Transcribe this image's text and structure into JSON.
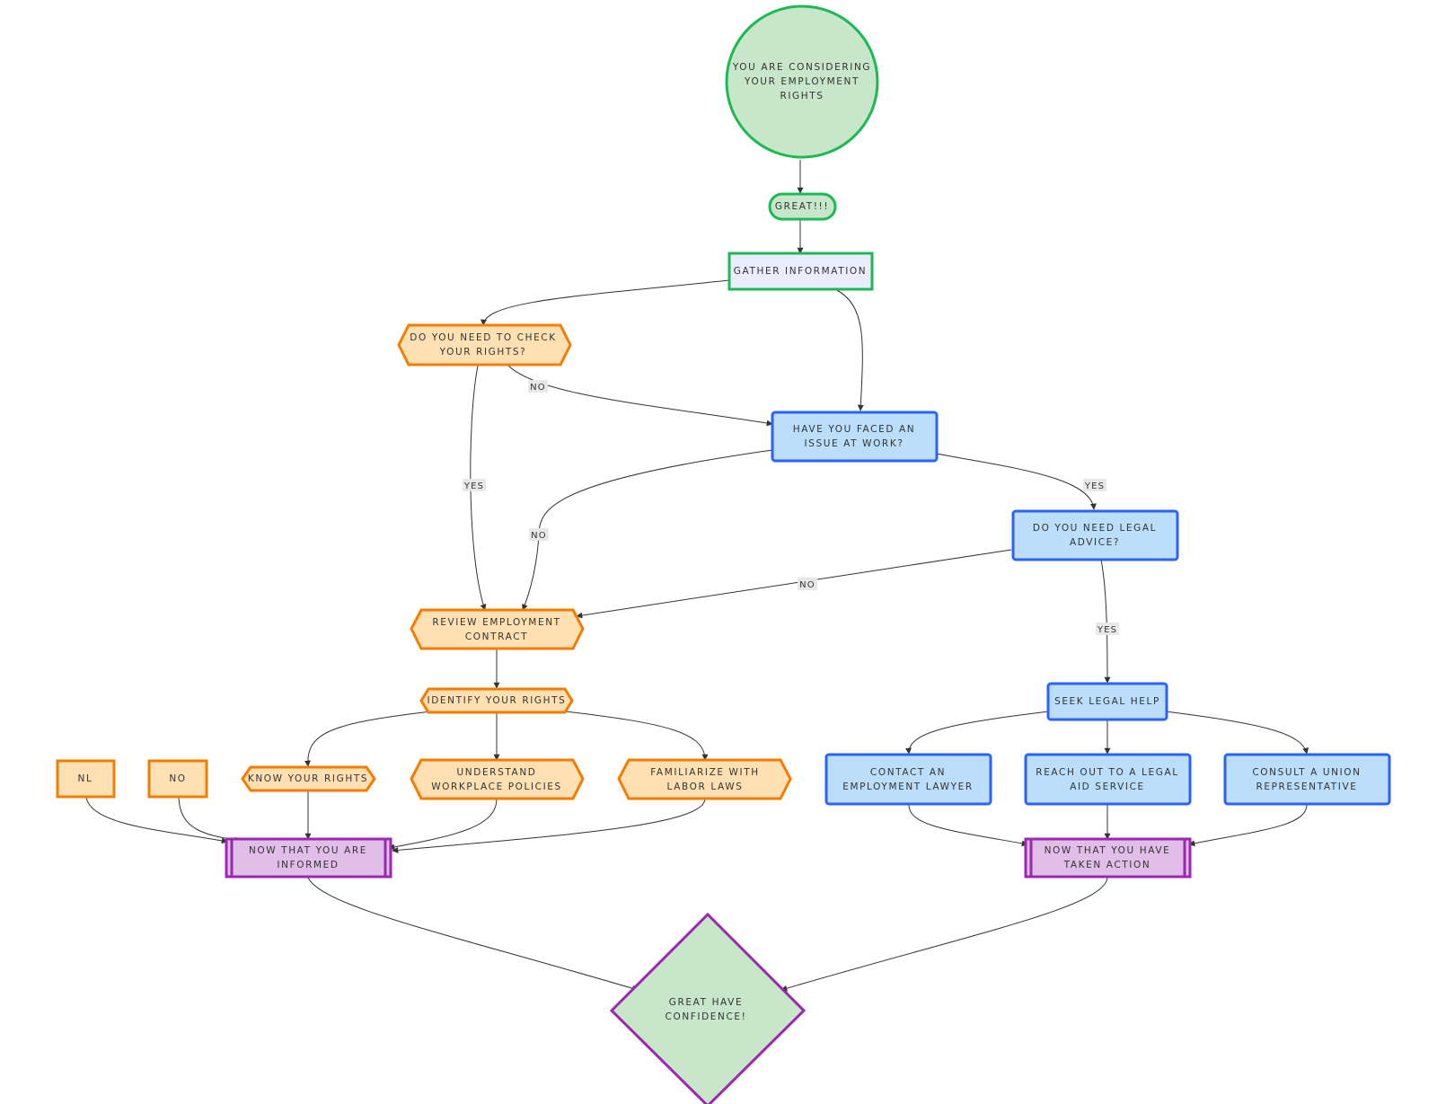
{
  "nodes": {
    "start": "YOU ARE CONSIDERING\nYOUR EMPLOYMENT\nRIGHTS",
    "great": "GREAT!!!",
    "gather": "GATHER INFORMATION",
    "check_rights": "DO YOU NEED TO CHECK\nYOUR RIGHTS?",
    "faced_issue": "HAVE YOU FACED AN\nISSUE AT WORK?",
    "legal_advice": "DO YOU NEED LEGAL\nADVICE?",
    "review_contract": "REVIEW EMPLOYMENT\nCONTRACT",
    "identify_rights": "IDENTIFY YOUR RIGHTS",
    "seek_help": "SEEK LEGAL HELP",
    "nl": "NL",
    "no_box": "NO",
    "know_rights": "KNOW YOUR RIGHTS",
    "understand_policies": "UNDERSTAND\nWORKPLACE POLICIES",
    "familiarize_laws": "FAMILIARIZE WITH\nLABOR LAWS",
    "contact_lawyer": "CONTACT AN\nEMPLOYMENT LAWYER",
    "legal_aid": "REACH OUT TO A LEGAL\nAID SERVICE",
    "union_rep": "CONSULT A UNION\nREPRESENTATIVE",
    "informed": "NOW THAT YOU ARE\nINFORMED",
    "taken_action": "NOW THAT YOU HAVE\nTAKEN ACTION",
    "confidence": "GREAT HAVE\nCONFIDENCE!"
  },
  "edge_labels": {
    "check_no": "NO",
    "check_yes": "YES",
    "issue_yes": "YES",
    "issue_no": "NO",
    "advice_no": "NO",
    "advice_yes": "YES"
  },
  "colors": {
    "green_fill": "#c8e6c9",
    "green_stroke": "#1db954",
    "lavender_fill": "#ececff",
    "orange_fill": "#ffe0b2",
    "orange_stroke": "#f57c00",
    "blue_fill": "#bbdefb",
    "blue_stroke": "#2962ff",
    "purple_fill": "#e1bee7",
    "purple_stroke": "#9c27b0",
    "edge": "#333333"
  }
}
